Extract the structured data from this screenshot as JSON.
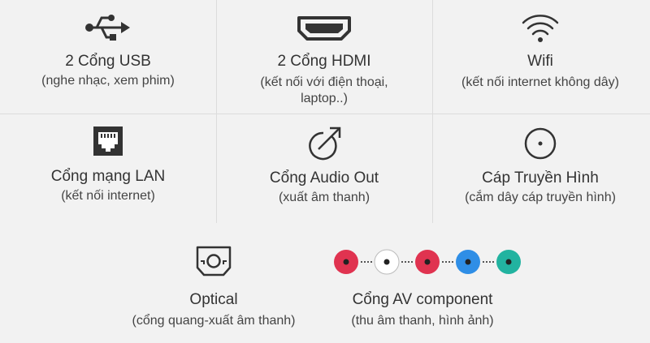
{
  "features": [
    {
      "icon": "usb-icon",
      "title": "2 Cổng USB",
      "sub": "(nghe nhạc, xem phim)"
    },
    {
      "icon": "hdmi-icon",
      "title": "2 Cổng HDMI",
      "sub": "(kết nối với điện thoại,",
      "sub2": "laptop..)"
    },
    {
      "icon": "wifi-icon",
      "title": "Wifi",
      "sub": "(kết nối internet không dây)"
    },
    {
      "icon": "lan-port-icon",
      "title": "Cổng mạng LAN",
      "sub": "(kết nối internet)"
    },
    {
      "icon": "audio-out-icon",
      "title": "Cổng Audio Out",
      "sub": "(xuất âm thanh)"
    },
    {
      "icon": "coaxial-cable-icon",
      "title": "Cáp Truyền Hình",
      "sub": "(cắm dây cáp truyền hình)"
    },
    {
      "icon": "optical-port-icon",
      "title": "Optical",
      "sub": "(cổng quang-xuất âm thanh)"
    },
    {
      "icon": "av-component-icon",
      "title": "Cổng AV component",
      "sub": "(thu âm thanh, hình ảnh)"
    }
  ],
  "av_colors": [
    "#e03350",
    "#ffffff",
    "#e03350",
    "#2f8ee6",
    "#22b3a0"
  ],
  "icon_color": "#333333"
}
